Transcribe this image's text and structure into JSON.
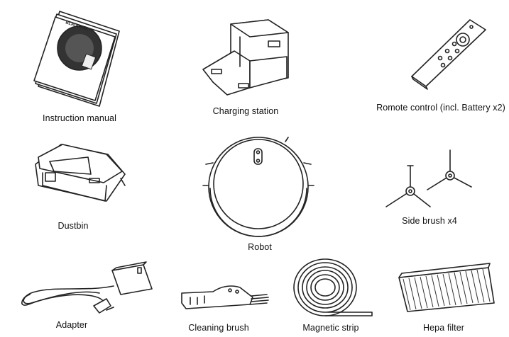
{
  "manual": {
    "label": "Instruction manual",
    "brand": "BLAUPUNKT"
  },
  "station": {
    "label": "Charging station"
  },
  "remote": {
    "label": "Romote control (incl.  Battery x2)"
  },
  "dustbin": {
    "label": "Dustbin"
  },
  "robot": {
    "label": "Robot"
  },
  "sidebrush": {
    "label": "Side brush x4"
  },
  "adapter": {
    "label": "Adapter"
  },
  "cleaningbrush": {
    "label": "Cleaning brush"
  },
  "strip": {
    "label": "Magnetic strip"
  },
  "hepa": {
    "label": "Hepa filter"
  }
}
